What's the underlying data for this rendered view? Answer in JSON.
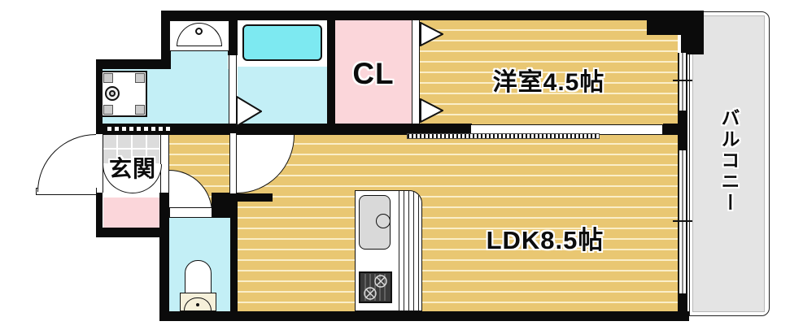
{
  "floorplan": {
    "labels": {
      "western_room": "洋室4.5帖",
      "ldk": "LDK8.5帖",
      "closet": "CL",
      "entrance": "玄関",
      "balcony": "バルコニー"
    },
    "colors": {
      "wall": "#0b0b0b",
      "wood_floor": "#e9c772",
      "wet_area_floor": "#c3eff6",
      "bathtub": "#7de9f1",
      "closet_pink": "#fbd6da",
      "entrance_tile": "#dcdcdc",
      "balcony_gray": "#e4e4e4"
    }
  }
}
